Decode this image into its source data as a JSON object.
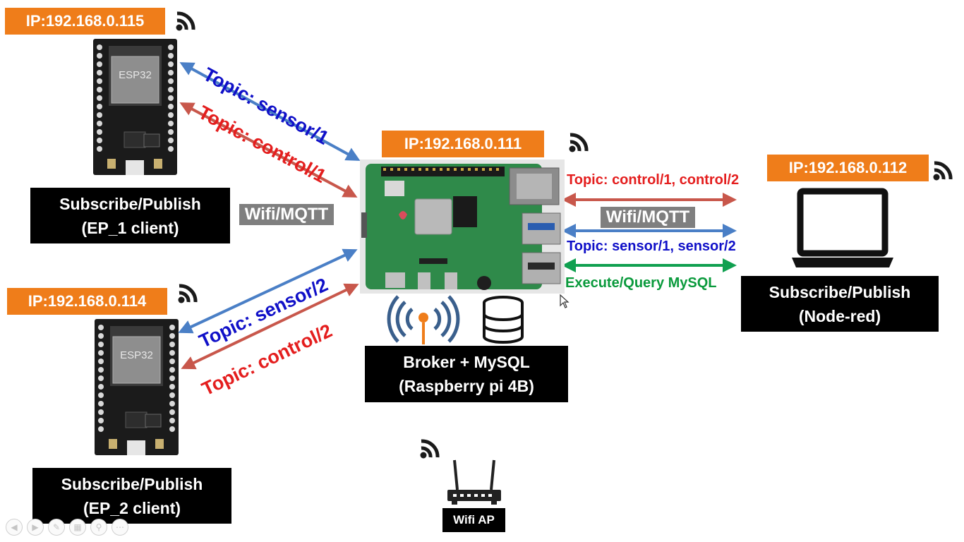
{
  "colors": {
    "orange": "#ef7d1a",
    "blue": "#1010c8",
    "red": "#e41e1e",
    "green": "#0a9a3c",
    "arrow_blue": "#4a7fc6",
    "arrow_red": "#c8574b",
    "arrow_green": "#10a050"
  },
  "nodes": {
    "esp1": {
      "ip": "IP:192.168.0.115",
      "chip": "ESP32",
      "role_line1": "Subscribe/Publish",
      "role_line2": "(EP_1 client)"
    },
    "esp2": {
      "ip": "IP:192.168.0.114",
      "chip": "ESP32",
      "role_line1": "Subscribe/Publish",
      "role_line2": "(EP_2 client)"
    },
    "broker": {
      "ip": "IP:192.168.0.111",
      "role_line1": "Broker + MySQL",
      "role_line2": "(Raspberry pi 4B)"
    },
    "nodered": {
      "ip": "IP:192.168.0.112",
      "role_line1": "Subscribe/Publish",
      "role_line2": "(Node-red)"
    },
    "wifi_ap": {
      "label": "Wifi AP"
    }
  },
  "links": {
    "left_protocol": "Wifi/MQTT",
    "right_protocol": "Wifi/MQTT",
    "esp1_sensor": "Topic: sensor/1",
    "esp1_control": "Topic: control/1",
    "esp2_sensor": "Topic: sensor/2",
    "esp2_control": "Topic: control/2",
    "right_control": "Topic: control/1, control/2",
    "right_sensor": "Topic: sensor/1, sensor/2",
    "right_mysql": "Execute/Query MySQL"
  },
  "icons": [
    "wifi-icon",
    "esp32-board-icon",
    "raspberry-pi-board-icon",
    "broadcast-antenna-icon",
    "database-icon",
    "laptop-icon",
    "router-icon",
    "mouse-cursor-icon"
  ]
}
